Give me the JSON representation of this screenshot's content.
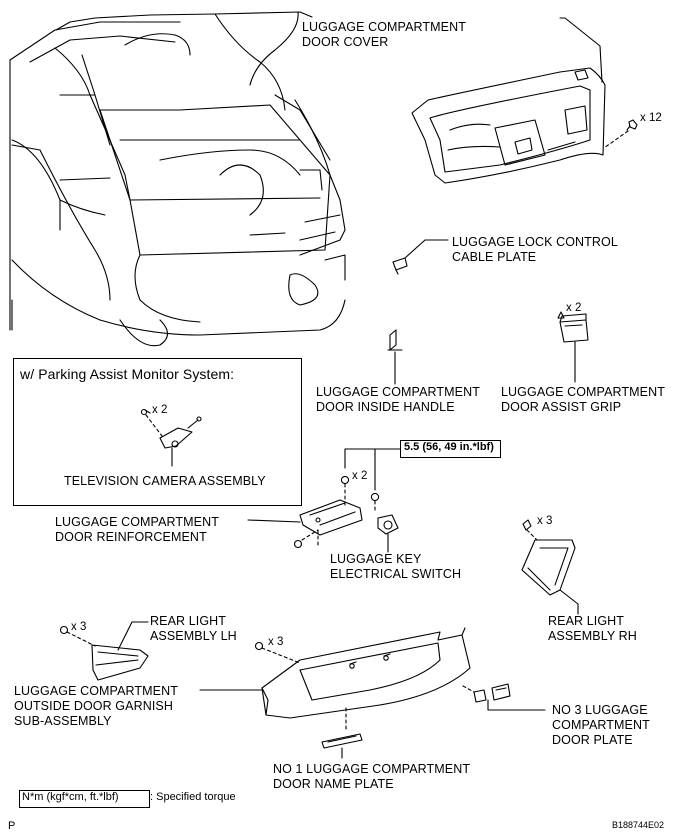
{
  "labels": {
    "door_cover": [
      "LUGGAGE COMPARTMENT",
      "DOOR COVER"
    ],
    "lock_cable_plate": [
      "LUGGAGE LOCK CONTROL",
      "CABLE PLATE"
    ],
    "inside_handle": [
      "LUGGAGE COMPARTMENT",
      "DOOR INSIDE HANDLE"
    ],
    "assist_grip": [
      "LUGGAGE COMPARTMENT",
      "DOOR ASSIST GRIP"
    ],
    "reinforcement": [
      "LUGGAGE COMPARTMENT",
      "DOOR REINFORCEMENT"
    ],
    "key_switch": [
      "LUGGAGE KEY",
      "ELECTRICAL SWITCH"
    ],
    "rear_light_lh": [
      "REAR LIGHT",
      "ASSEMBLY LH"
    ],
    "rear_light_rh": [
      "REAR LIGHT",
      "ASSEMBLY RH"
    ],
    "garnish": [
      "LUGGAGE COMPARTMENT",
      "OUTSIDE DOOR GARNISH",
      "SUB-ASSEMBLY"
    ],
    "no3_plate": [
      "NO  3 LUGGAGE",
      "COMPARTMENT",
      "DOOR PLATE"
    ],
    "no1_plate": [
      "NO  1 LUGGAGE COMPARTMENT",
      "DOOR NAME PLATE"
    ],
    "tv_camera": "TELEVISION CAMERA ASSEMBLY"
  },
  "inset": {
    "title": "w/ Parking Assist Monitor System:"
  },
  "quantities": {
    "door_cover": "x 12",
    "assist_grip": "x 2",
    "camera": "x 2",
    "switch_bolts": "x 2",
    "rear_light_rh": "x 3",
    "rear_light_lh": "x 3",
    "garnish": "x 3"
  },
  "torque": "5.5 (56, 49 in.*lbf)",
  "legend": {
    "unit_box": "N*m (kgf*cm, ft.*lbf)",
    "text": ": Specified torque"
  },
  "footer": {
    "letter": "P",
    "code": "B188744E02"
  }
}
